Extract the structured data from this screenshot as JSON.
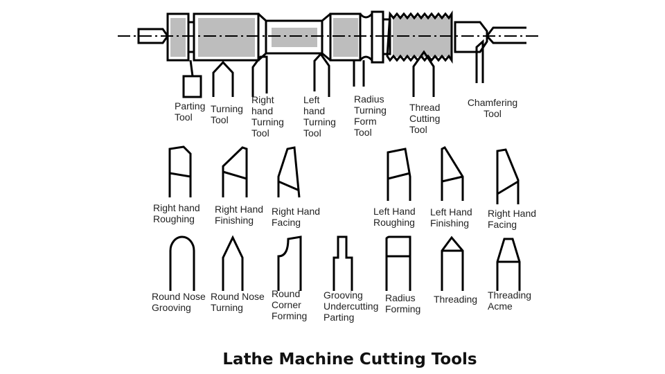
{
  "title": "Lathe Machine Cutting Tools",
  "workpiece_labels": {
    "parting": "Parting\nTool",
    "turning": "Turning\nTool",
    "right_hand_turning": "Right\nhand\nTurning\nTool",
    "left_hand_turning": "Left\nhand\nTurning\nTool",
    "radius_turning_form": "Radius\nTurning\nForm\nTool",
    "thread_cutting": "Thread\nCutting\nTool",
    "chamfering": "Chamfering\nTool"
  },
  "tool_row_1": [
    "Right hand\nRoughing",
    "Right Hand\nFinishing",
    "Right Hand\nFacing",
    "Left Hand\nRoughing",
    "Left Hand\nFinishing",
    "Right Hand\nFacing"
  ],
  "tool_row_2": [
    "Round Nose\nGrooving",
    "Round Nose\nTurning",
    "Round\nCorner\nForming",
    "Grooving\nUndercutting\nParting",
    "Radius\nForming",
    "Threading",
    "Threading\nAcme"
  ]
}
